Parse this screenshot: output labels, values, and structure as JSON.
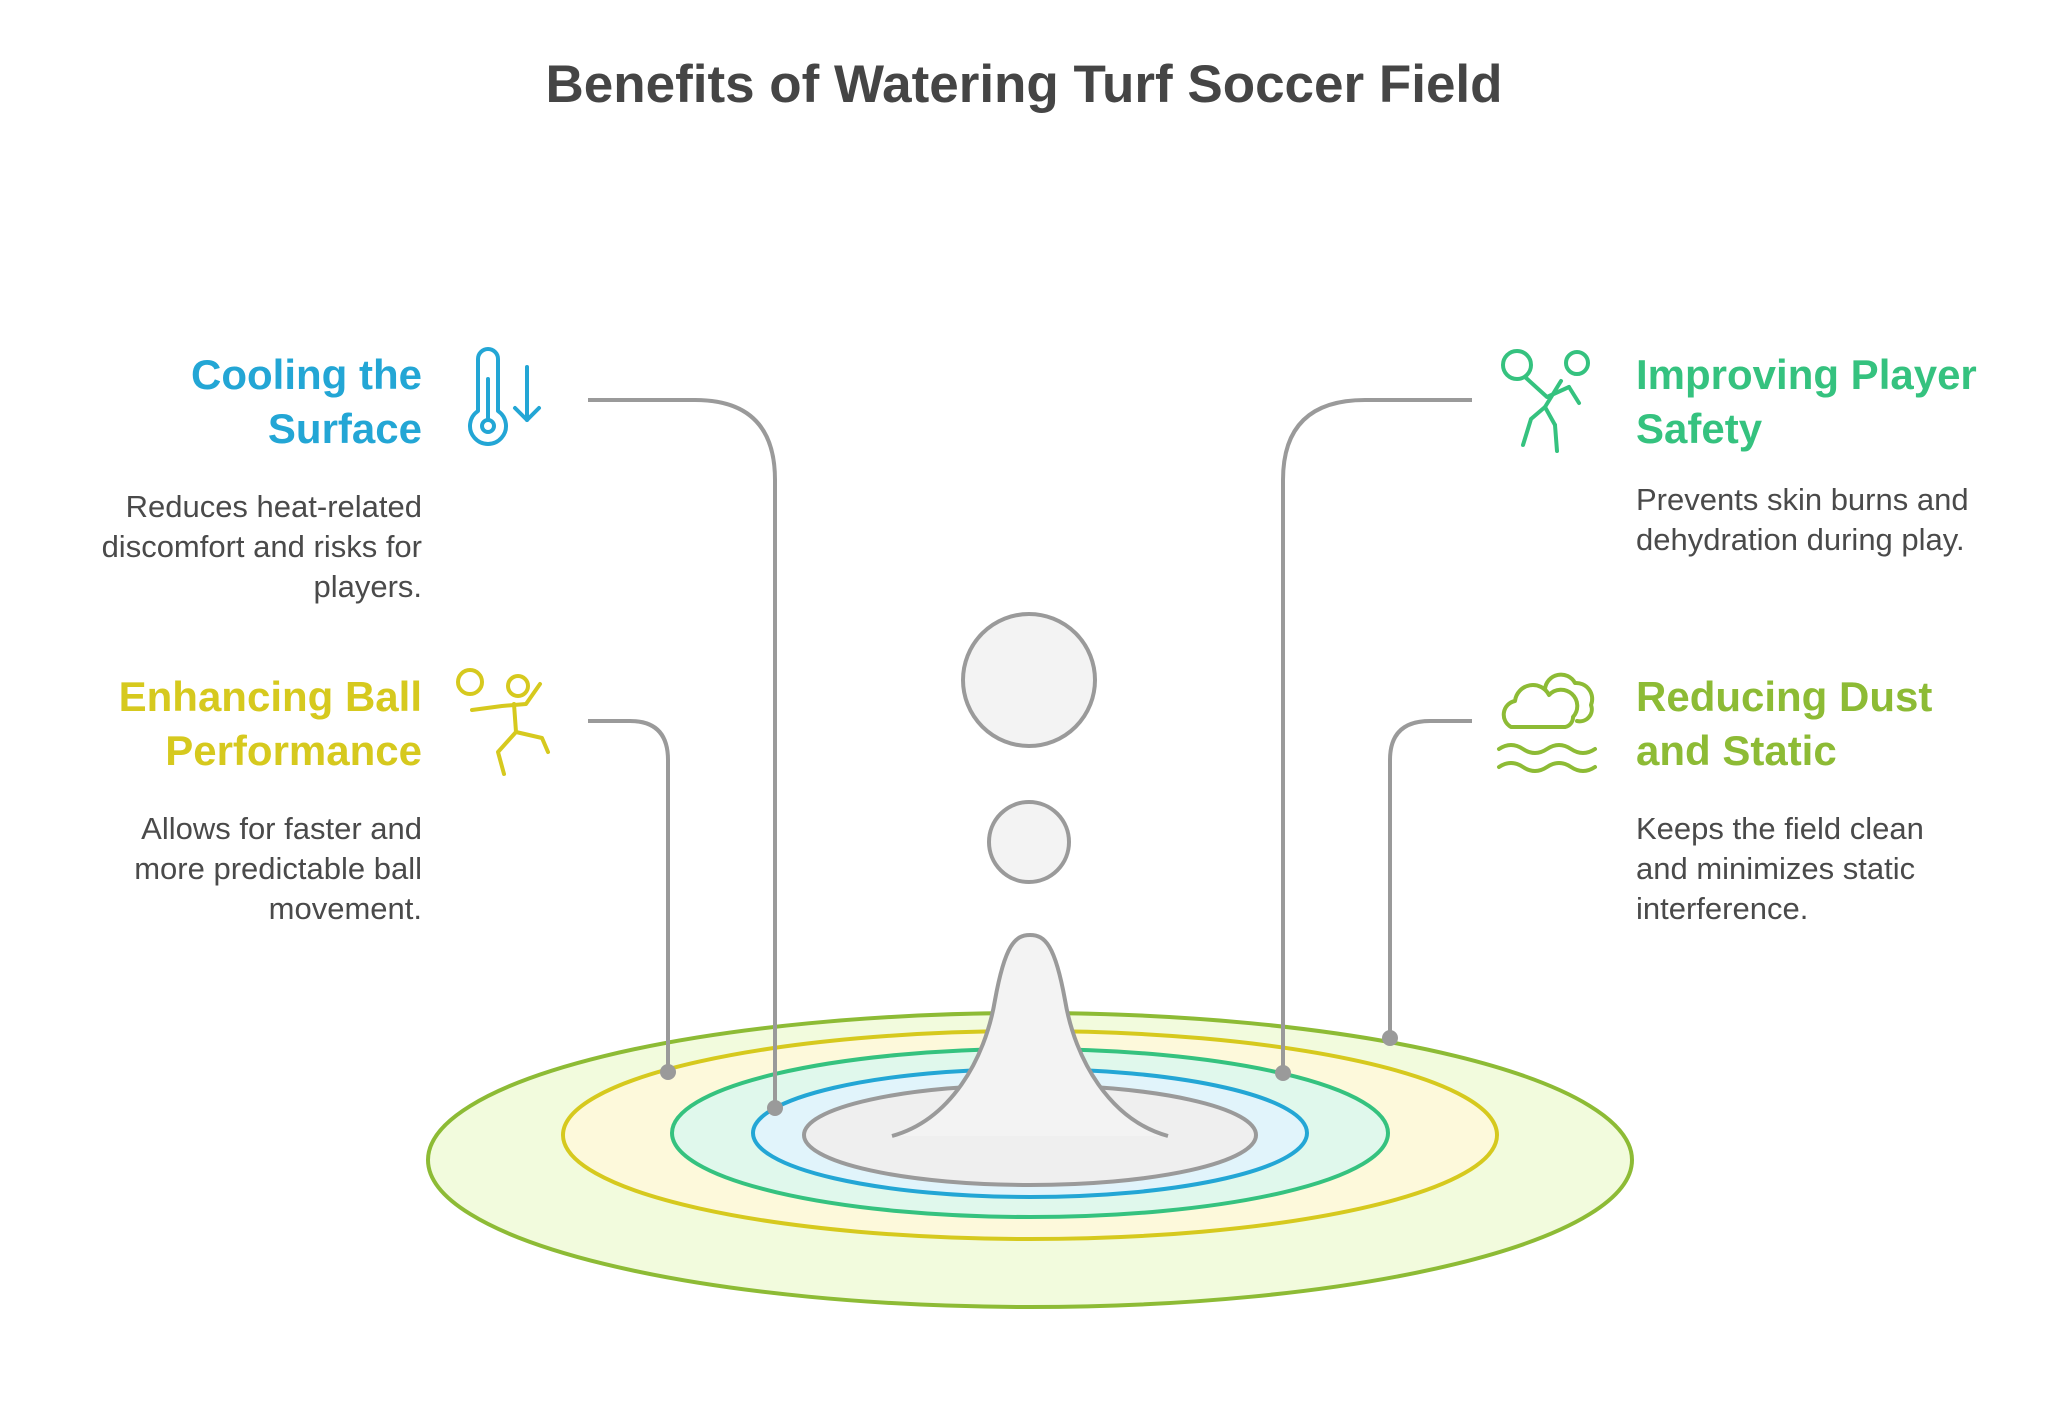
{
  "title": "Benefits of Watering Turf Soccer Field",
  "colors": {
    "blue": "#23A6D5",
    "green": "#35C27F",
    "yellow": "#D6C91E",
    "lime": "#8DBB35",
    "connector": "#9A9A9A",
    "text": "#4a4a4a"
  },
  "benefits": [
    {
      "heading_line1": "Cooling the",
      "heading_line2": "Surface",
      "desc_line1": "Reduces heat-related",
      "desc_line2": "discomfort and risks for",
      "desc_line3": "players.",
      "icon": "thermometer-down-icon"
    },
    {
      "heading_line1": "Improving Player",
      "heading_line2": "Safety",
      "desc_line1": "Prevents skin burns and",
      "desc_line2": "dehydration during play.",
      "icon": "player-throwing-icon"
    },
    {
      "heading_line1": "Enhancing Ball",
      "heading_line2": "Performance",
      "desc_line1": "Allows for faster and",
      "desc_line2": "more predictable ball",
      "desc_line3": "movement.",
      "icon": "player-kicking-ball-icon"
    },
    {
      "heading_line1": "Reducing Dust",
      "heading_line2": "and Static",
      "desc_line1": "Keeps the field clean",
      "desc_line2": "and minimizes static",
      "desc_line3": "interference.",
      "icon": "cloud-waves-icon"
    }
  ]
}
